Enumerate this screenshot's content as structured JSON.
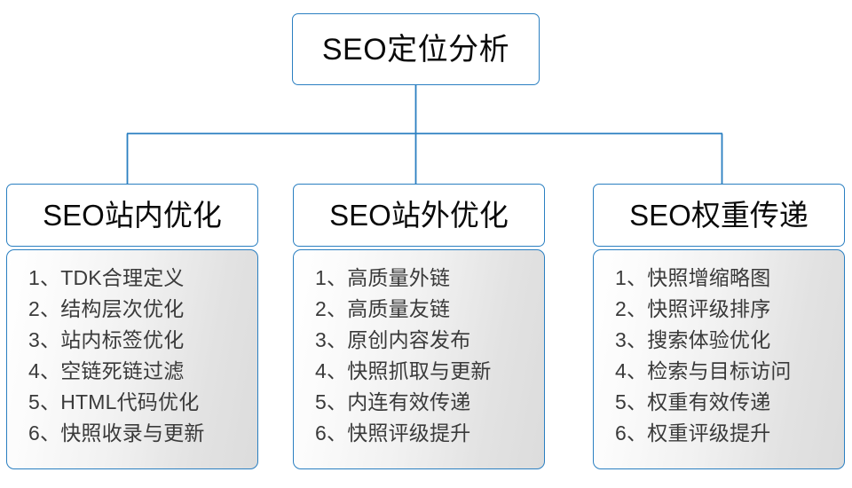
{
  "diagram": {
    "root": {
      "label": "SEO定位分析"
    },
    "accent_color": "#2a7fc1",
    "text_color": "#3a3a3a",
    "columns": [
      {
        "header": "SEO站内优化",
        "items": [
          "1、TDK合理定义",
          "2、结构层次优化",
          "3、站内标签优化",
          "4、空链死链过滤",
          "5、HTML代码优化",
          "6、快照收录与更新"
        ]
      },
      {
        "header": "SEO站外优化",
        "items": [
          "1、高质量外链",
          "2、高质量友链",
          "3、原创内容发布",
          "4、快照抓取与更新",
          "5、内连有效传递",
          "6、快照评级提升"
        ]
      },
      {
        "header": "SEO权重传递",
        "items": [
          "1、快照增缩略图",
          "2、快照评级排序",
          "3、搜索体验优化",
          "4、检索与目标访问",
          "5、权重有效传递",
          "6、权重评级提升"
        ]
      }
    ]
  }
}
